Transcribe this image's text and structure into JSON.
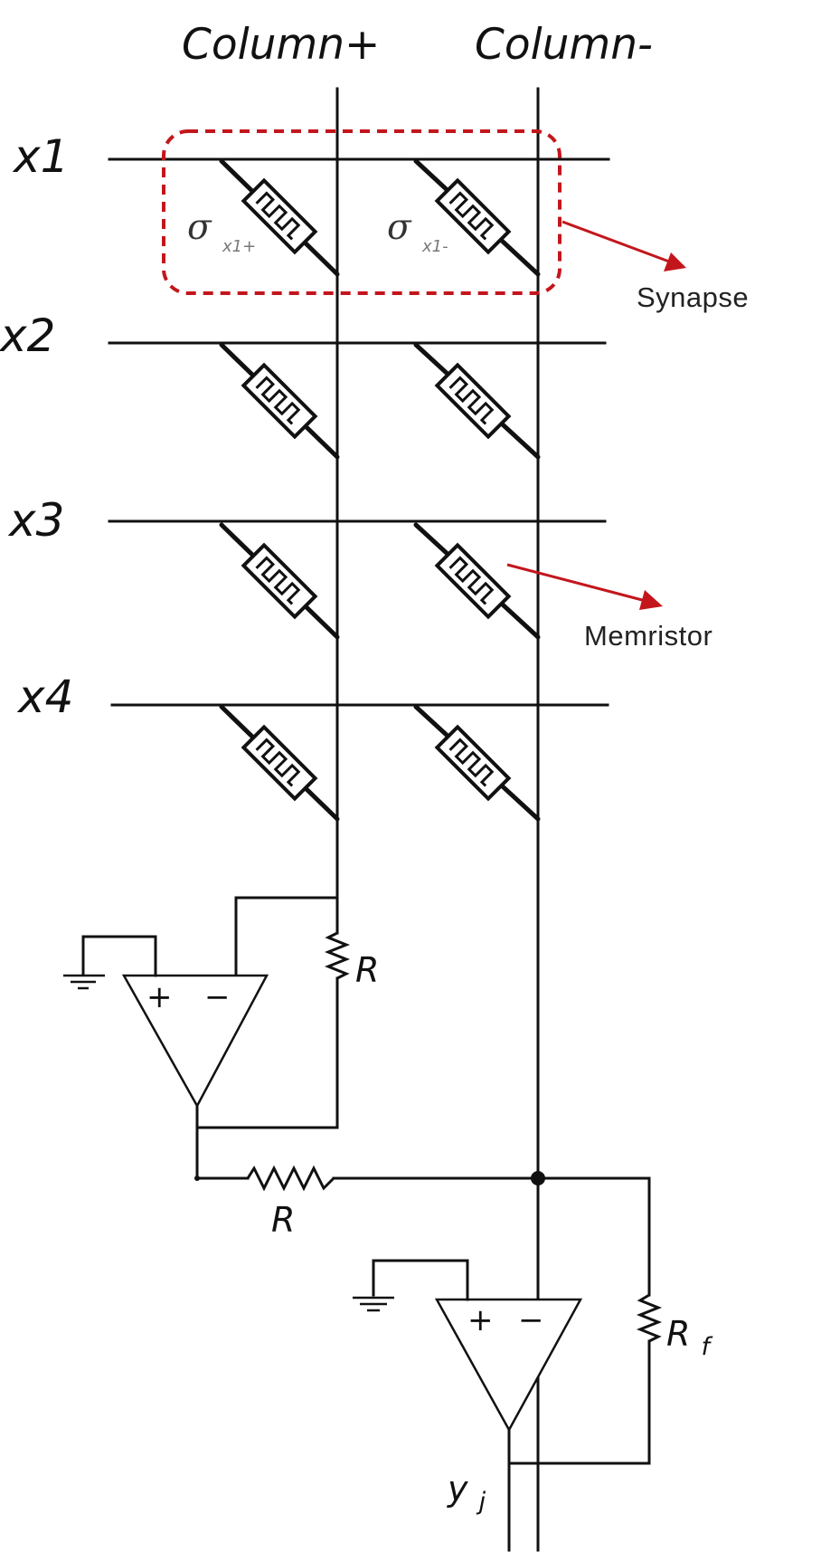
{
  "columns": {
    "positive": "Column+",
    "negative": "Column-"
  },
  "rows": [
    "x1",
    "x2",
    "x3",
    "x4"
  ],
  "memristor_labels": {
    "positive_symbol": "σ",
    "positive_subscript": "x1+",
    "negative_symbol": "σ",
    "negative_subscript": "x1-"
  },
  "annotations": {
    "synapse": "Synapse",
    "memristor": "Memristor"
  },
  "components": {
    "upper_feedback_resistor": "R",
    "summing_resistor": "R",
    "output_feedback_resistor_main": "R",
    "output_feedback_resistor_sub": "f",
    "output_main": "y",
    "output_sub": "j"
  },
  "op_amp_signs": {
    "plus": "+",
    "minus": "−"
  },
  "colors": {
    "wire": "#111111",
    "annotation_red": "#c3161c"
  }
}
